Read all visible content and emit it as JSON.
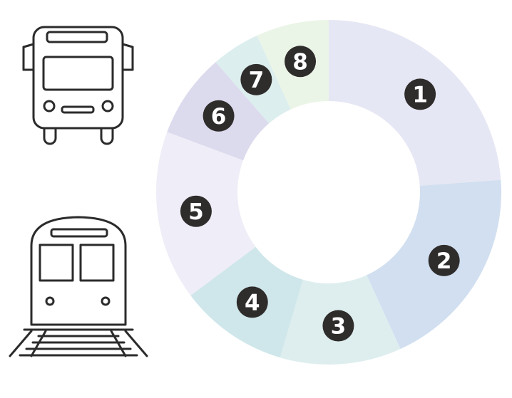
{
  "icons": {
    "bus": "bus-icon",
    "train": "train-icon"
  },
  "chart_data": {
    "type": "pie",
    "donut": true,
    "title": "",
    "labels": [
      "1",
      "2",
      "3",
      "4",
      "5",
      "6",
      "7",
      "8"
    ],
    "values": [
      21,
      17,
      10,
      9,
      14,
      7,
      4,
      6
    ],
    "colors": [
      "#e6e7f4",
      "#d1dff0",
      "#deeeef",
      "#cfe7ea",
      "#efedf7",
      "#dcdbee",
      "#dceeed",
      "#ebf5e7"
    ],
    "badge_color": "#2f2c2c",
    "badge_text_color": "#ffffff"
  }
}
